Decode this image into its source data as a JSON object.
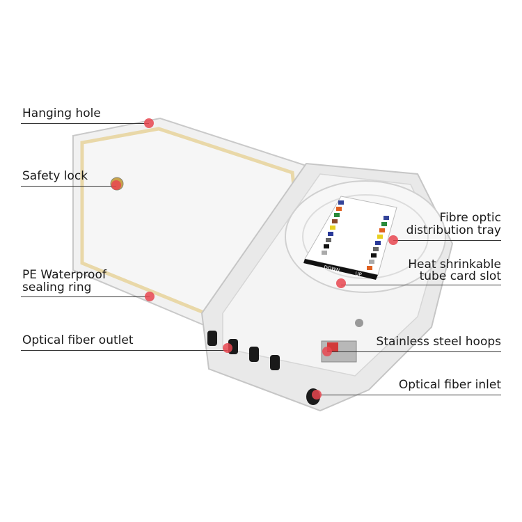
{
  "labels": {
    "hanging_hole": "Hanging hole",
    "safety_lock": "Safety lock",
    "pe_waterproof_line1": "PE Waterproof",
    "pe_waterproof_line2": "sealing ring",
    "optical_fiber_outlet": "Optical fiber outlet",
    "fibre_tray_line1": "Fibre optic",
    "fibre_tray_line2": "distribution tray",
    "heat_shrink_line1": "Heat shrinkable",
    "heat_shrink_line2": "tube card slot",
    "stainless_hoops": "Stainless steel hoops",
    "optical_fiber_inlet": "Optical fiber inlet"
  },
  "card": {
    "bottom_left": "DOWN",
    "bottom_right": "UP"
  },
  "colors": {
    "marker": "#e84650",
    "box": "#eeeeee",
    "seal": "#e9d8a8"
  }
}
